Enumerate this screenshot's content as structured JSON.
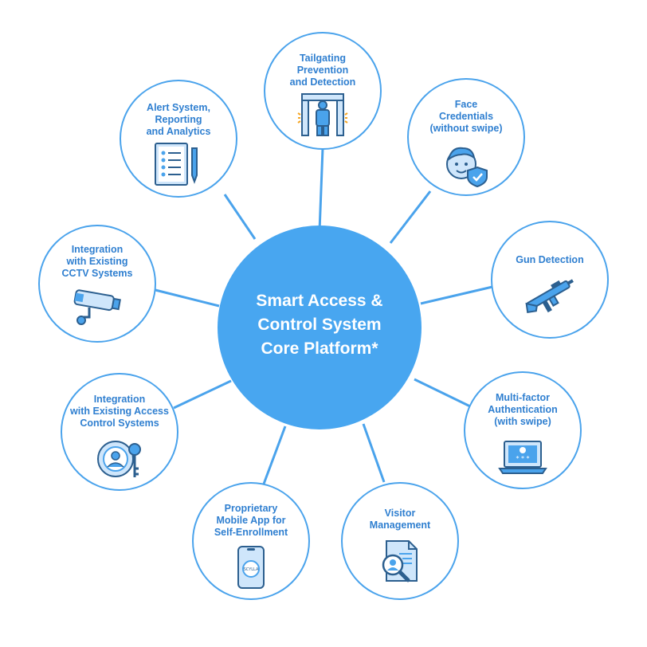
{
  "center": {
    "title": "Smart Access &\nControl System\nCore Platform*"
  },
  "nodes": [
    {
      "label": "Tailgating\nPrevention\nand Detection",
      "icon": "security-gate-icon"
    },
    {
      "label": "Face\nCredentials\n(without swipe)",
      "icon": "face-shield-icon"
    },
    {
      "label": "Gun Detection",
      "icon": "rifle-icon"
    },
    {
      "label": "Multi-factor\nAuthentication\n(with swipe)",
      "icon": "laptop-password-icon"
    },
    {
      "label": "Visitor\nManagement",
      "icon": "document-search-icon"
    },
    {
      "label": "Proprietary\nMobile App for\nSelf-Enrollment",
      "icon": "smartphone-icon",
      "phone_text": "SCYLLA"
    },
    {
      "label": "Integration\nwith Existing Access\nControl Systems",
      "icon": "user-key-icon"
    },
    {
      "label": "Integration\nwith Existing\nCCTV Systems",
      "icon": "cctv-camera-icon"
    },
    {
      "label": "Alert System,\nReporting\nand Analytics",
      "icon": "checklist-pen-icon"
    }
  ],
  "colors": {
    "accent": "#4aa3ec",
    "center_fill": "#48a6f0",
    "label": "#2f7fd0",
    "icon_fill": "#cfe6fb"
  }
}
